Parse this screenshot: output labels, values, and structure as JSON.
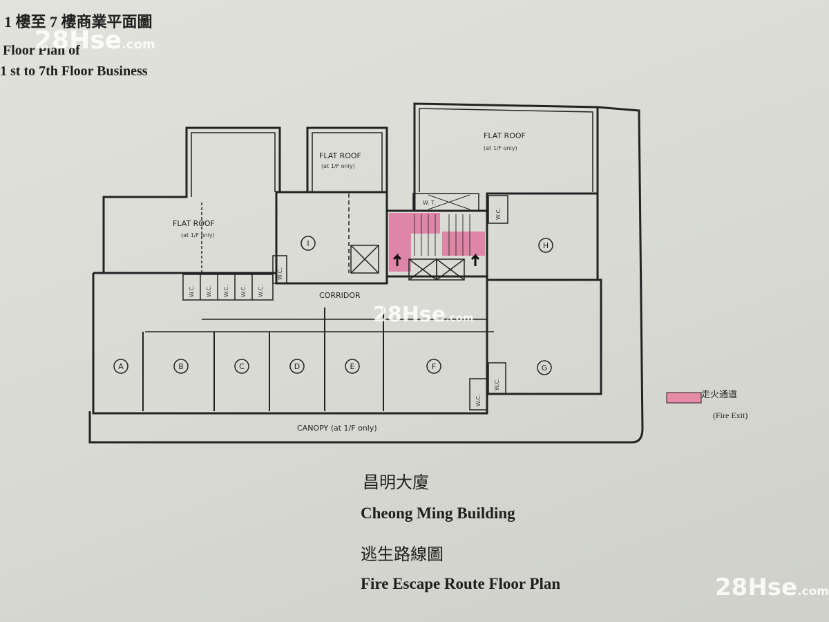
{
  "header": {
    "title_zh": "1 樓至 7 樓商業平面圖",
    "title_en_1": "Floor Plan of",
    "title_en_2": "1 st to 7th Floor Business"
  },
  "plan": {
    "flat_roof": "FLAT ROOF",
    "flat_roof_note": "(at 1/F only)",
    "corridor": "CORRIDOR",
    "canopy": "CANOPY (at 1/F only)",
    "wc": "W.C.",
    "lift_lobby": "W.    T.",
    "units": [
      "A",
      "B",
      "C",
      "D",
      "E",
      "F",
      "G",
      "H",
      "I"
    ],
    "fire_exit_color": "#e0709a"
  },
  "legend": {
    "label_zh": "走火通道",
    "label_en": "(Fire Exit)",
    "color": "#e78aa8"
  },
  "footer": {
    "building_zh": "昌明大廈",
    "building_en": "Cheong Ming Building",
    "subtitle_zh": "逃生路線圖",
    "subtitle_en": "Fire Escape Route Floor Plan"
  },
  "watermark": {
    "brand": "28Hse",
    "suffix": ".com"
  }
}
